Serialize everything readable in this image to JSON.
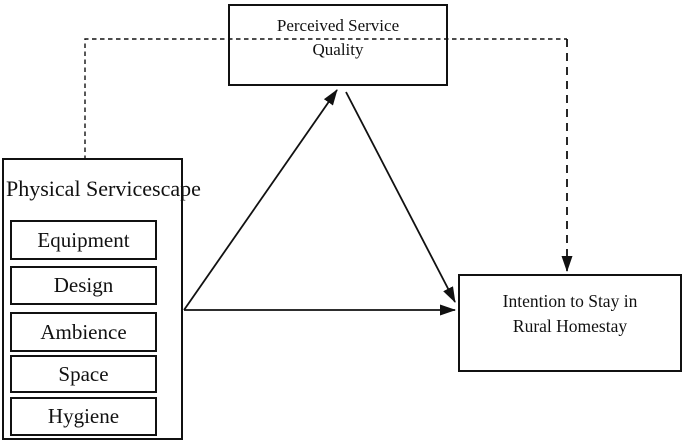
{
  "figure": {
    "background_color": "#ffffff",
    "line_color": "#111111",
    "nodes": {
      "perceived_service_quality": {
        "line1": "Perceived Service",
        "line2": "Quality"
      },
      "physical_servicescape": {
        "title": "Physical Servicescape",
        "items": [
          {
            "label": "Equipment"
          },
          {
            "label": "Design"
          },
          {
            "label": "Ambience"
          },
          {
            "label": "Space"
          },
          {
            "label": "Hygiene"
          }
        ]
      },
      "intention_to_stay": {
        "line1": "Intention to Stay in",
        "line2": "Rural Homestay"
      }
    },
    "edges": [
      {
        "from": "physical-servicescape",
        "to": "perceived-service-quality",
        "style": "solid-arrow"
      },
      {
        "from": "perceived-service-quality",
        "to": "intention-to-stay",
        "style": "solid-arrow"
      },
      {
        "from": "physical-servicescape",
        "to": "intention-to-stay",
        "style": "solid-arrow"
      },
      {
        "from": "physical-servicescape",
        "to": "intention-to-stay",
        "style": "dashed-arrow",
        "via": "over-perceived-service-quality"
      }
    ]
  }
}
